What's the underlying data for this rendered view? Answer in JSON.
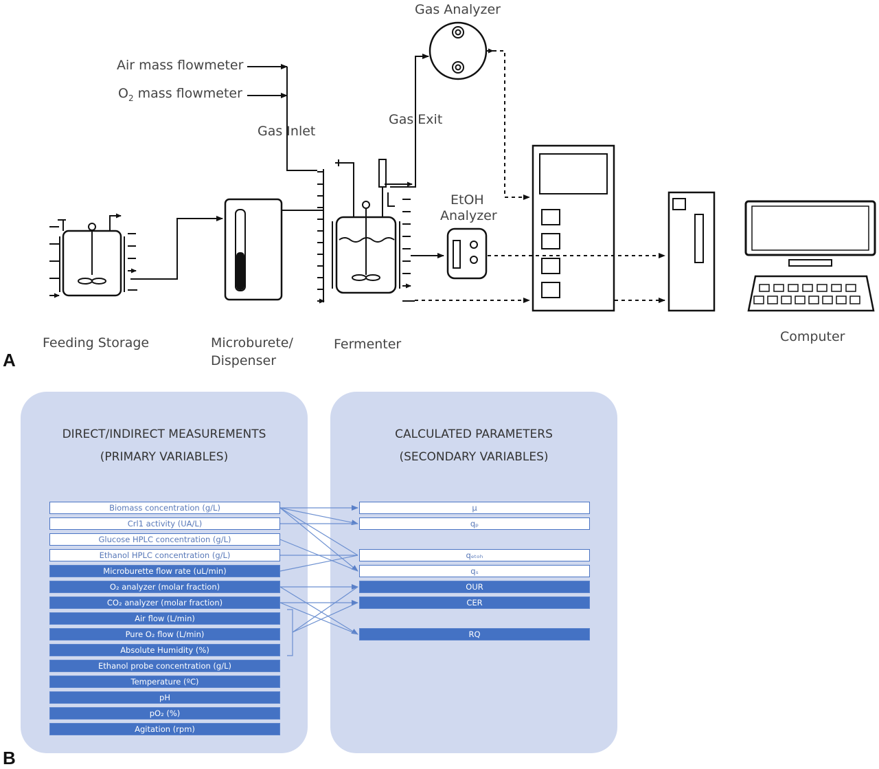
{
  "panel_a": {
    "letter": "A",
    "labels": {
      "gas_analyzer": "Gas Analyzer",
      "air_mass_flowmeter": "Air mass flowmeter",
      "o2_mass_flowmeter_prefix": "O",
      "o2_mass_flowmeter_sub": "2",
      "o2_mass_flowmeter_suffix": " mass flowmeter",
      "gas_inlet": "Gas Inlet",
      "gas_exit": "Gas Exit",
      "etoh_analyzer_line1": "EtOH",
      "etoh_analyzer_line2": "Analyzer",
      "feeding_storage": "Feeding Storage",
      "microburete_line1": "Microburete/",
      "microburete_line2": "Dispenser",
      "fermenter": "Fermenter",
      "computer": "Computer"
    }
  },
  "panel_b": {
    "letter": "B",
    "left_panel": {
      "title_line1": "DIRECT/INDIRECT MEASUREMENTS",
      "title_line2": "(PRIMARY VARIABLES)",
      "items": [
        {
          "label": "Biomass concentration (g/L)",
          "style": "white"
        },
        {
          "label": "Crl1 activity (UA/L)",
          "style": "white"
        },
        {
          "label": "Glucose HPLC concentration (g/L)",
          "style": "white"
        },
        {
          "label": "Ethanol HPLC concentration (g/L)",
          "style": "white"
        },
        {
          "label": "Microburette flow rate (uL/min)",
          "style": "blue"
        },
        {
          "label": "O₂ analyzer (molar fraction)",
          "style": "blue"
        },
        {
          "label": "CO₂ analyzer (molar fraction)",
          "style": "blue"
        },
        {
          "label": "Air flow (L/min)",
          "style": "blue"
        },
        {
          "label": "Pure O₂ flow (L/min)",
          "style": "blue"
        },
        {
          "label": "Absolute Humidity (%)",
          "style": "blue"
        },
        {
          "label": "Ethanol probe concentration (g/L)",
          "style": "blue"
        },
        {
          "label": "Temperature (ºC)",
          "style": "blue"
        },
        {
          "label": "pH",
          "style": "blue"
        },
        {
          "label": "pO₂ (%)",
          "style": "blue"
        },
        {
          "label": "Agitation (rpm)",
          "style": "blue"
        }
      ]
    },
    "right_panel": {
      "title_line1": "CALCULATED PARAMETERS",
      "title_line2": "(SECONDARY VARIABLES)",
      "items": [
        {
          "label": "μ",
          "style": "white"
        },
        {
          "label": "qₚ",
          "style": "white"
        },
        {
          "label": "qₑₜₒₕ",
          "style": "white"
        },
        {
          "label": "qₛ",
          "style": "white"
        },
        {
          "label": "OUR",
          "style": "blue"
        },
        {
          "label": "CER",
          "style": "blue"
        },
        {
          "label": "RQ",
          "style": "blue"
        }
      ]
    }
  },
  "colors": {
    "panel_bg": "#d0d9ef",
    "box_blue": "#4472c4",
    "box_border": "#4a74c4",
    "arrow": "#6b8fd0",
    "line_dark": "#111111"
  }
}
